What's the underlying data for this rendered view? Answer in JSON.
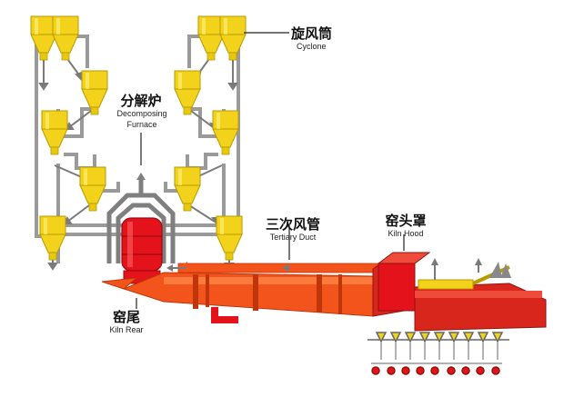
{
  "labels": {
    "cyclone_cn": "旋风筒",
    "cyclone_en": "Cyclone",
    "furnace_cn": "分解炉",
    "furnace_en_1": "Decomposing",
    "furnace_en_2": "Furnace",
    "tertiary_cn": "三次风管",
    "tertiary_en": "Tertiary Duct",
    "hood_cn": "窑头罩",
    "hood_en": "Kiln Hood",
    "rear_cn": "窑尾",
    "rear_en": "Kiln Rear"
  },
  "colors": {
    "cyclone": "#f2d21a",
    "cyclone_dark": "#c9a800",
    "kiln": "#f2541b",
    "furnace": "#e3121b",
    "duct": "#bdbdbd",
    "cooler": "#d8261c"
  }
}
